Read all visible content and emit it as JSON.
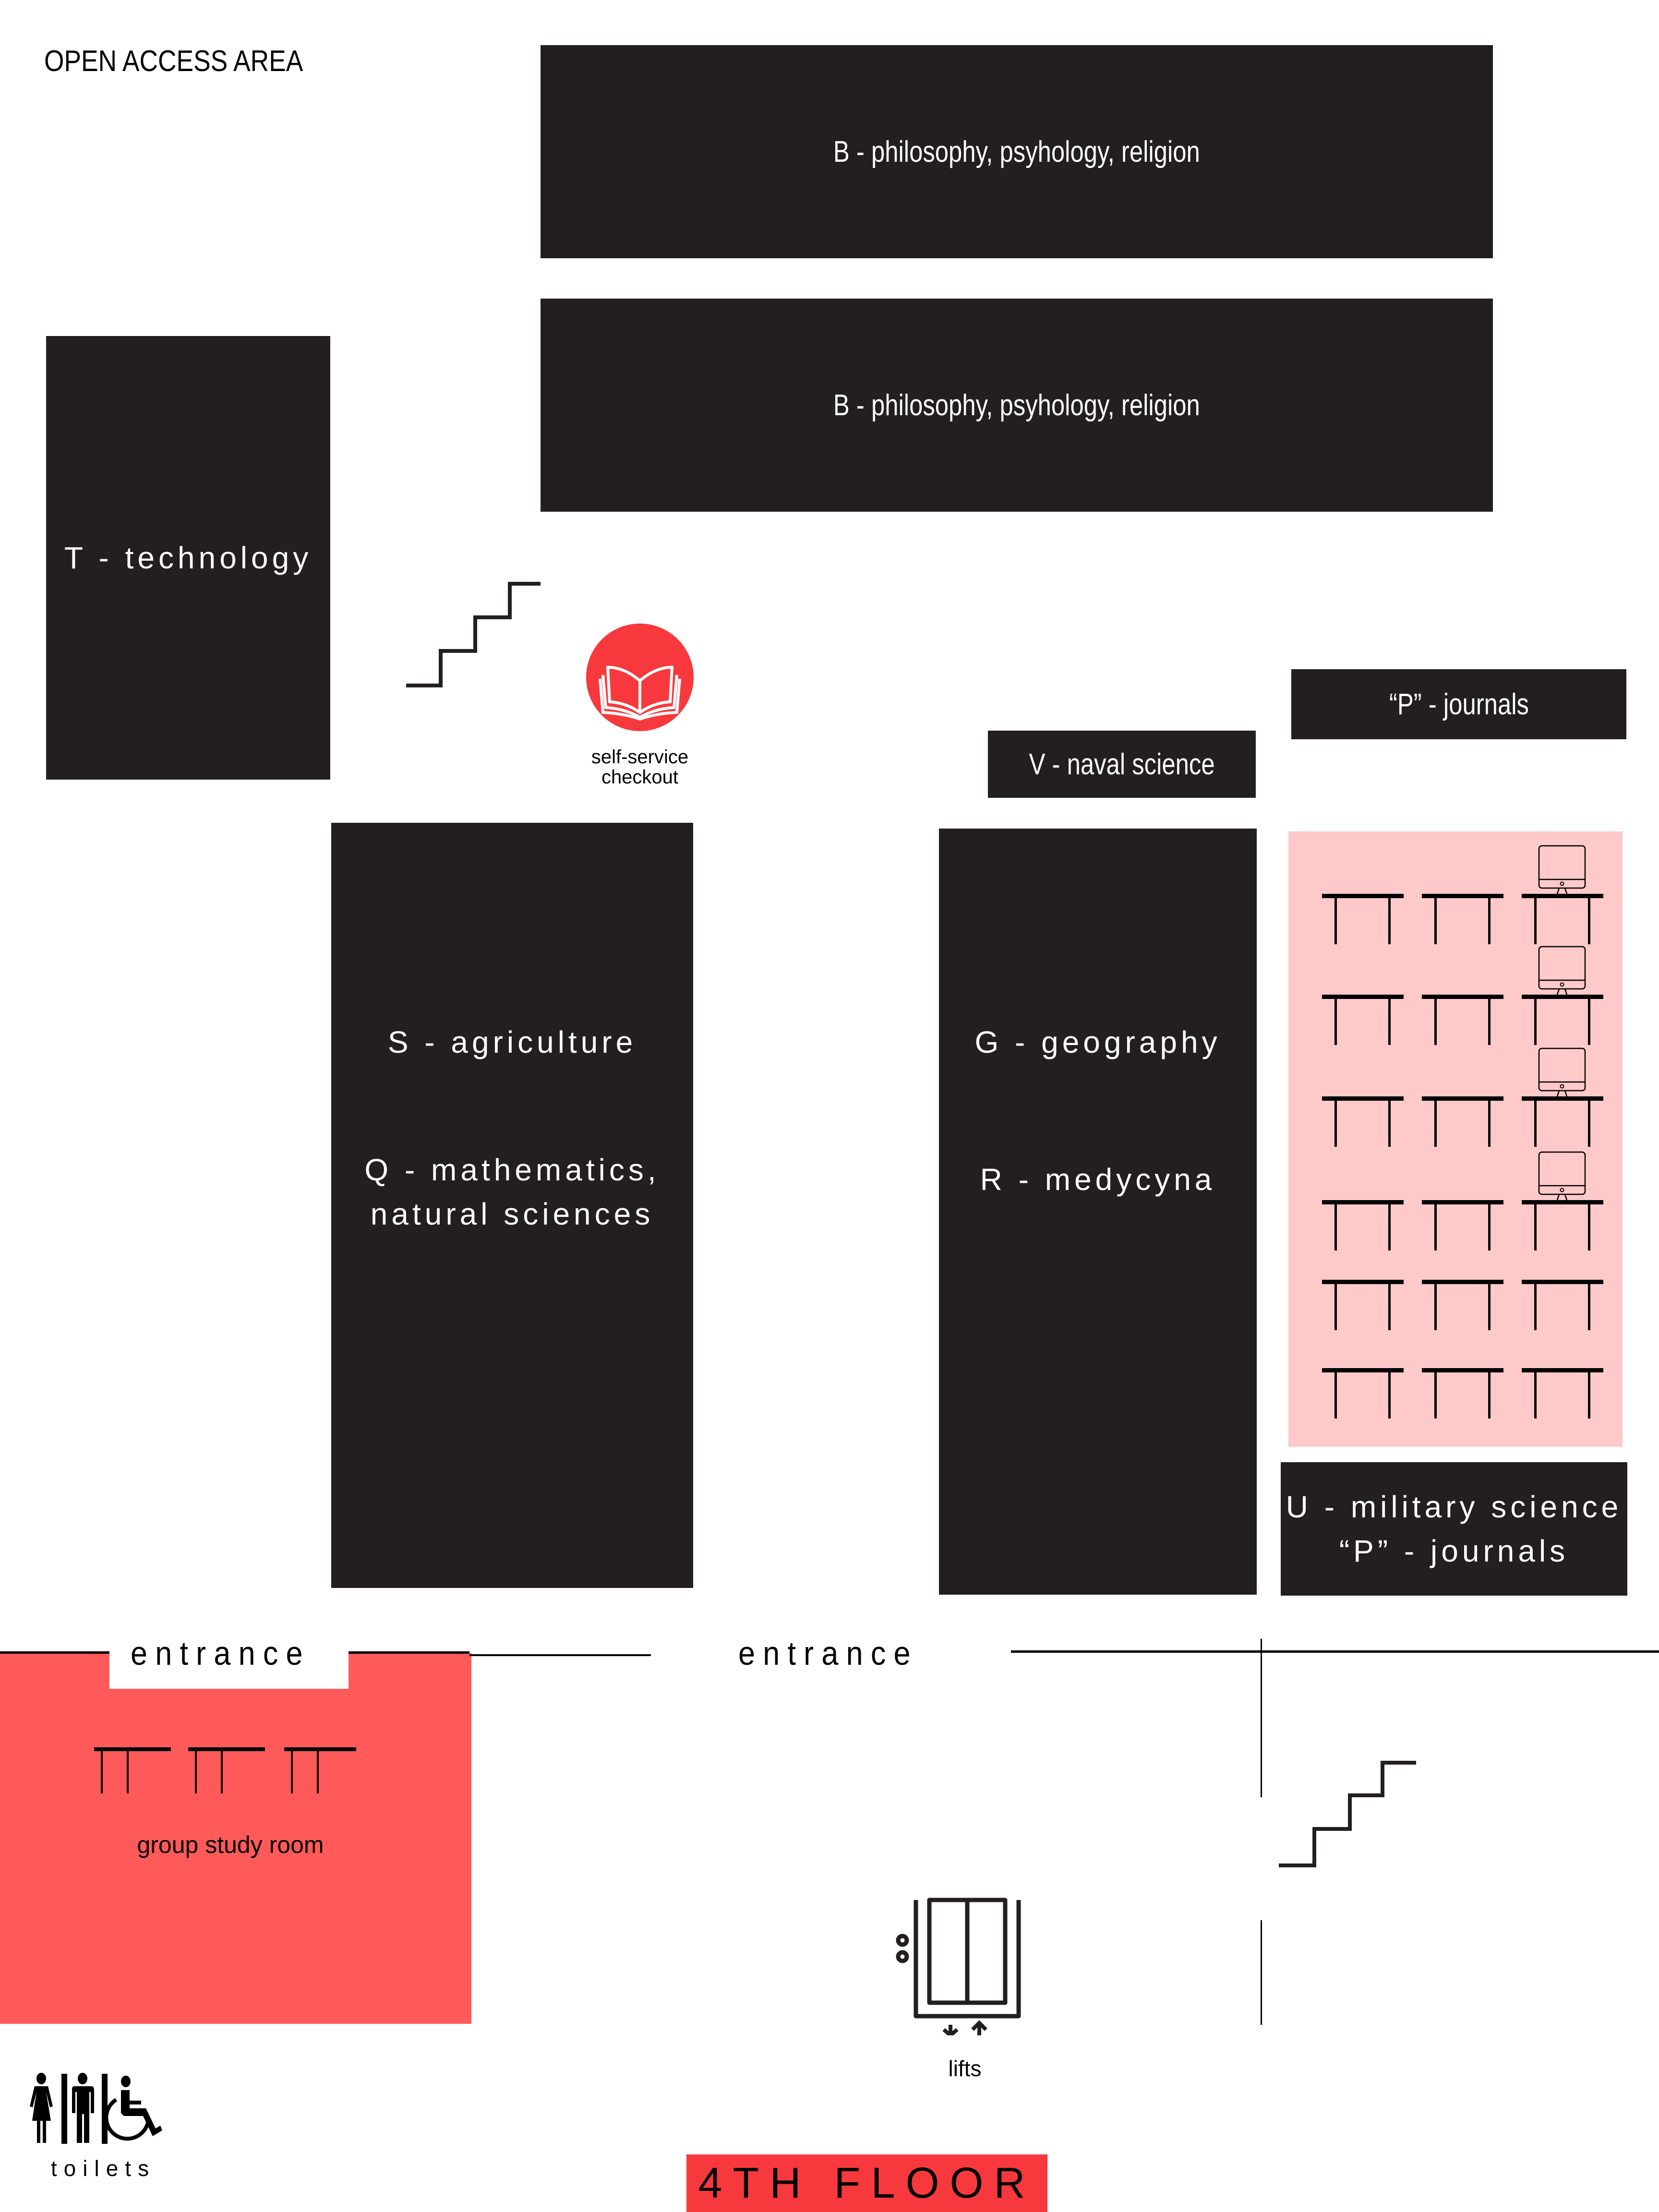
{
  "map": {
    "title": "OPEN ACCESS AREA",
    "floor_label": "4TH FLOOR",
    "colors": {
      "shelf": "#231f20",
      "shelf_text": "#ffffff",
      "reading_area": "#fdc9c9",
      "group_study_room": "#fe5a5a",
      "accent_red": "#f7393d",
      "line": "#000000"
    }
  },
  "shelves": {
    "b_top": {
      "label": "B - philosophy, psyhology, religion"
    },
    "b_second": {
      "label": "B - philosophy, psyhology, religion"
    },
    "t": {
      "label": "T - technology"
    },
    "p_journals_top": {
      "label": "“P” - journals"
    },
    "v": {
      "label": "V - naval science"
    },
    "s_q": {
      "line1": "S - agriculture",
      "line2": "Q - mathematics,",
      "line3": "natural sciences"
    },
    "g_r": {
      "line1": "G - geography",
      "line2": "R - medycyna"
    },
    "u_p": {
      "line1": "U - military science",
      "line2": "“P” - journals"
    }
  },
  "facilities": {
    "self_checkout": {
      "line1": "self-service",
      "line2": "checkout",
      "icon": "open-book-icon"
    },
    "lifts": {
      "label": "lifts",
      "icon": "elevator-icon"
    },
    "toilets": {
      "label": "toilets",
      "icons": [
        "female-icon",
        "male-icon",
        "wheelchair-icon"
      ]
    },
    "group_study_room": {
      "label": "group study room",
      "tables": 3
    },
    "reading_area": {
      "rows": 6,
      "columns": 3,
      "computers_in_rows": [
        1,
        2,
        3,
        4
      ],
      "computer_column": 3
    },
    "stairs": [
      "stairs-upper-left",
      "stairs-lower-right"
    ]
  },
  "entrances": [
    {
      "label": "entrance"
    },
    {
      "label": "entrance"
    }
  ]
}
